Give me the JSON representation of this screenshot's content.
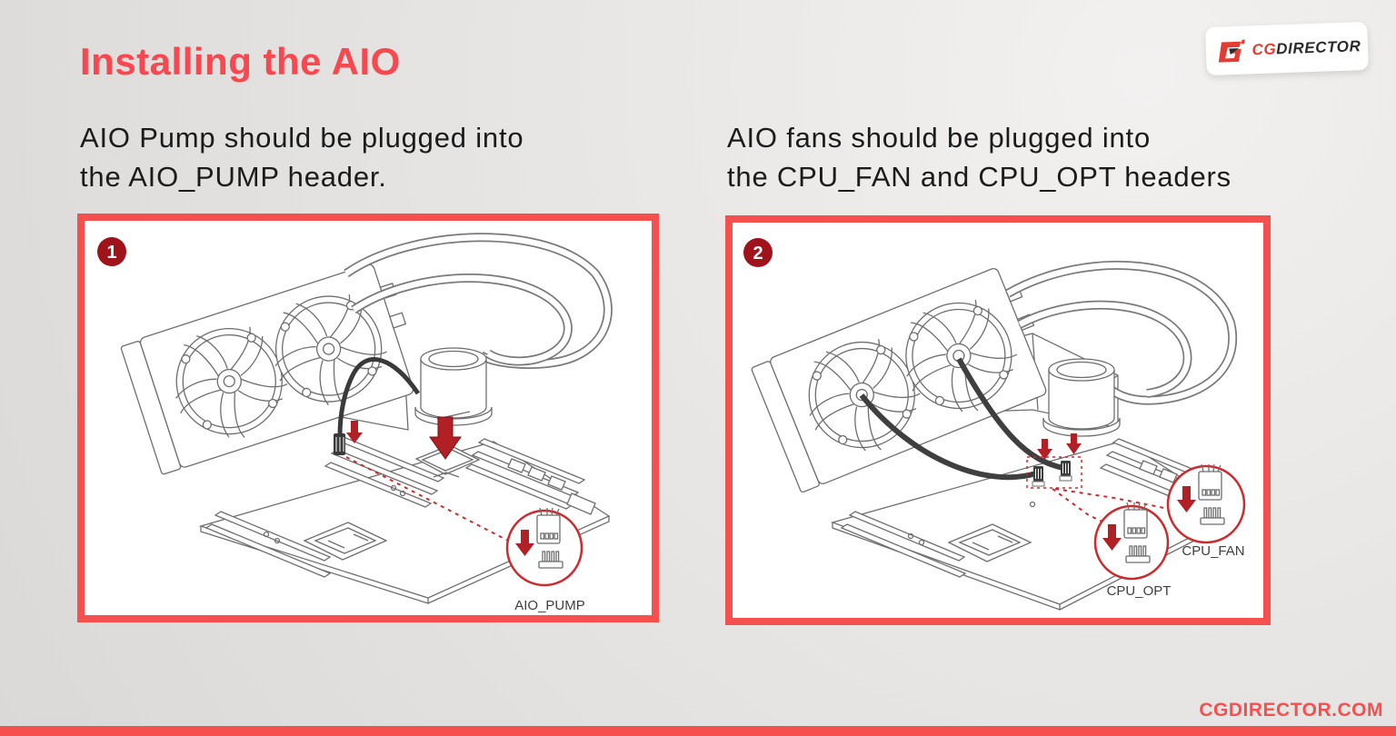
{
  "slide": {
    "title": "Installing the AIO",
    "footer": "CGDIRECTOR.COM"
  },
  "logo": {
    "text_red": "CG",
    "text_dark": "DIRECTOR"
  },
  "captions": {
    "left": {
      "line1": "AIO Pump should be plugged into",
      "line2": "the AIO_PUMP header."
    },
    "right": {
      "line1": "AIO fans should be plugged into",
      "line2": "the CPU_FAN and CPU_OPT headers"
    }
  },
  "figures": {
    "left": {
      "step": "1",
      "header_label": "AIO_PUMP"
    },
    "right": {
      "step": "2",
      "fan_header_label": "CPU_FAN",
      "opt_header_label": "CPU_OPT"
    }
  },
  "colors": {
    "accent_red": "#f6504e",
    "title_red": "#f8474e",
    "badge_dark_red": "#a1131a",
    "arrow_red": "#b02025",
    "inset_circle_red": "#cc2a2e",
    "logo_red": "#e23c33",
    "lineart_gray": "#6e6e6e"
  }
}
